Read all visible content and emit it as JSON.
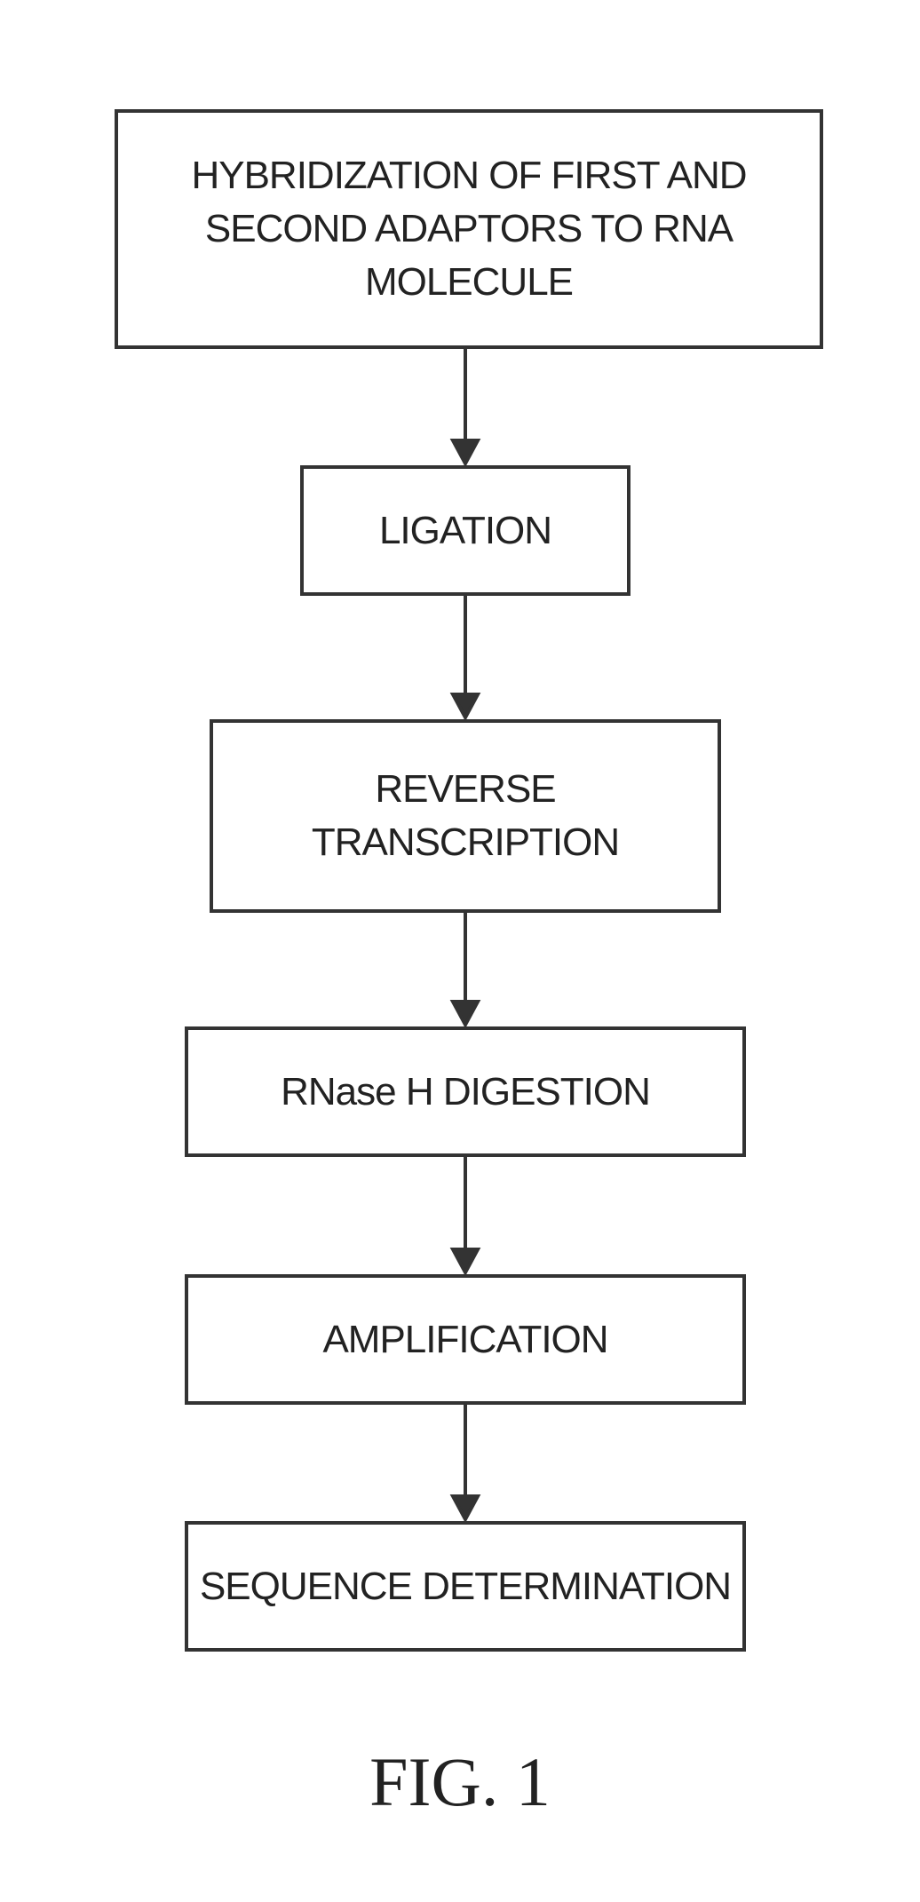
{
  "diagram": {
    "steps": [
      {
        "label": "HYBRIDIZATION OF FIRST AND\nSECOND ADAPTORS TO RNA\nMOLECULE"
      },
      {
        "label": "LIGATION"
      },
      {
        "label": "REVERSE\nTRANSCRIPTION"
      },
      {
        "label": "RNase H DIGESTION"
      },
      {
        "label": "AMPLIFICATION"
      },
      {
        "label": "SEQUENCE DETERMINATION"
      }
    ],
    "caption": "FIG. 1"
  }
}
